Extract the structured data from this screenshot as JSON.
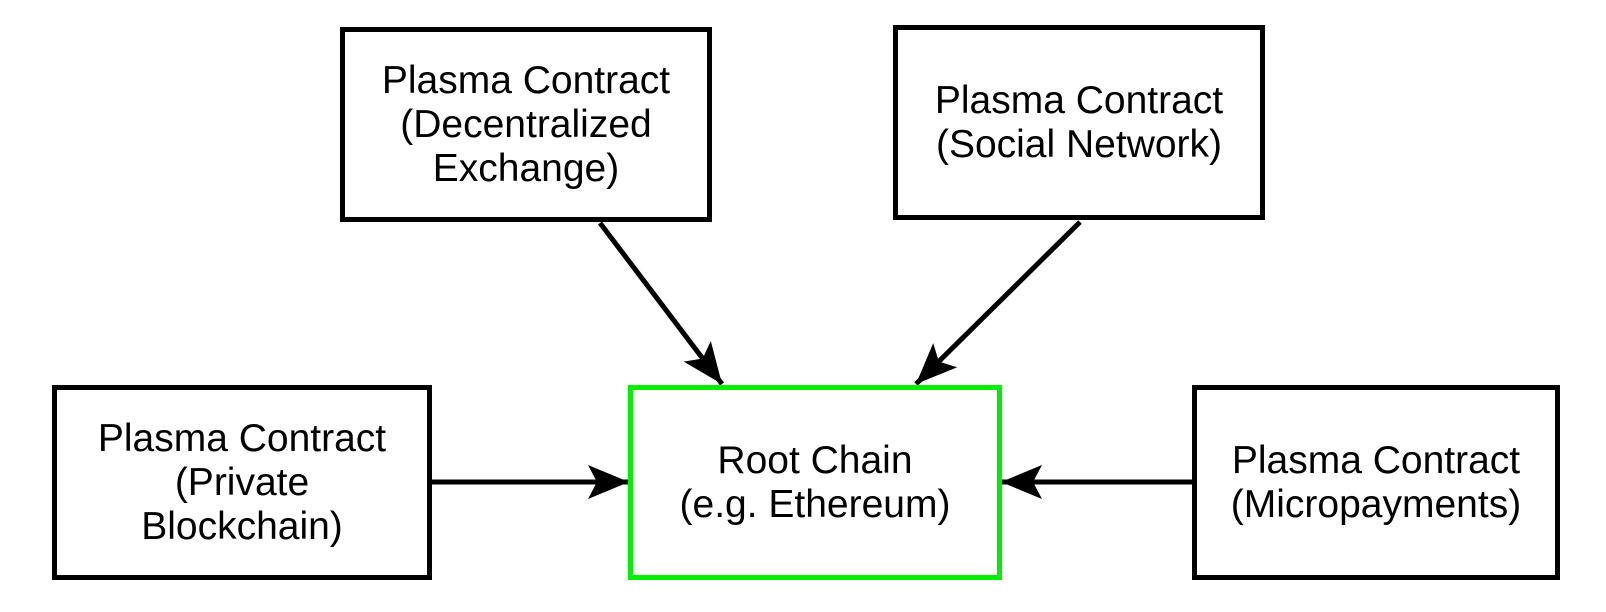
{
  "nodes": {
    "dex": {
      "line1": "Plasma Contract",
      "line2": "(Decentralized",
      "line3": "Exchange)"
    },
    "social": {
      "line1": "Plasma Contract",
      "line2": "(Social Network)"
    },
    "private": {
      "line1": "Plasma Contract",
      "line2": "(Private",
      "line3": "Blockchain)"
    },
    "root": {
      "line1": "Root Chain",
      "line2": "(e.g. Ethereum)"
    },
    "micro": {
      "line1": "Plasma Contract",
      "line2": "(Micropayments)"
    }
  },
  "edges": [
    {
      "from": "Plasma Contract (Decentralized Exchange)",
      "to": "Root Chain (e.g. Ethereum)"
    },
    {
      "from": "Plasma Contract (Social Network)",
      "to": "Root Chain (e.g. Ethereum)"
    },
    {
      "from": "Plasma Contract (Private Blockchain)",
      "to": "Root Chain (e.g. Ethereum)"
    },
    {
      "from": "Plasma Contract (Micropayments)",
      "to": "Root Chain (e.g. Ethereum)"
    }
  ],
  "colors": {
    "background": "#ffffff",
    "node_border": "#000000",
    "root_node_border": "#00ee00",
    "arrow": "#000000",
    "text": "#000000"
  }
}
